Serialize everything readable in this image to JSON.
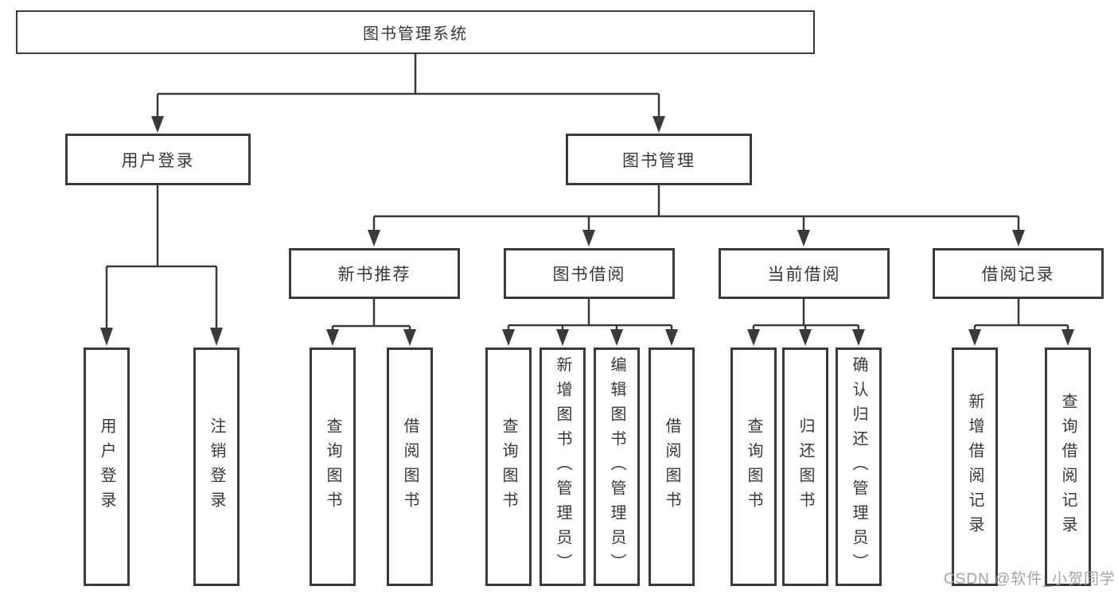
{
  "nodes": {
    "root": "图书管理系统",
    "user_login": "用户登录",
    "book_mgmt": "图书管理",
    "new_book": "新书推荐",
    "book_borrow": "图书借阅",
    "current_borrow": "当前借阅",
    "borrow_record": "借阅记录",
    "leaves": {
      "user_login": [
        "用户登录",
        "注销登录"
      ],
      "new_book": [
        "查询图书",
        "借阅图书"
      ],
      "book_borrow": [
        "查询图书",
        "新增图书（管理员）",
        "编辑图书（管理员）",
        "借阅图书"
      ],
      "current_borrow": [
        "查询图书",
        "归还图书",
        "确认归还（管理员）"
      ],
      "borrow_record": [
        "新增借阅记录",
        "查询借阅记录"
      ]
    }
  },
  "watermark": "CSDN @软件_小贺同学",
  "colors": {
    "line": "#3a3a3a",
    "text": "#383838",
    "box_background": "#ffffff",
    "watermark": "#9e9e9e",
    "background": "#ffffff"
  }
}
